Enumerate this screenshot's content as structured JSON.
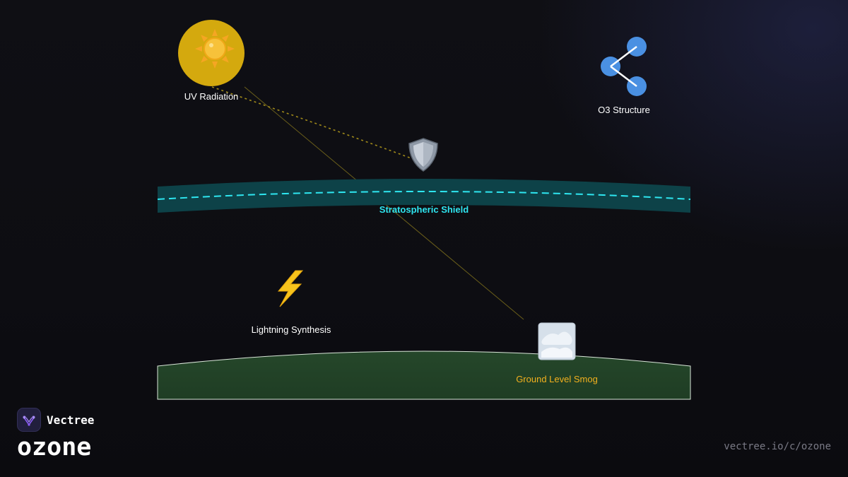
{
  "diagram": {
    "uv_label": "UV Radiation",
    "o3_label": "O3 Structure",
    "shield_label": "Stratospheric Shield",
    "lightning_label": "Lightning Synthesis",
    "smog_label": "Ground Level Smog",
    "icons": {
      "sun": "sun-icon",
      "molecule": "molecule-icon",
      "shield": "shield-icon",
      "lightning": "lightning-icon",
      "smog": "fog-icon"
    },
    "colors": {
      "sun_disc": "#d4a90e",
      "ozone_band": "#0d4248",
      "ozone_dash": "#2ee6f0",
      "molecule": "#4a90e2",
      "ground": "#25472a",
      "smog_text": "#f2b01e",
      "ray": "#a08a1a"
    }
  },
  "brand": {
    "name": "Vectree",
    "product": "ozone",
    "url": "vectree.io/c/ozone"
  }
}
